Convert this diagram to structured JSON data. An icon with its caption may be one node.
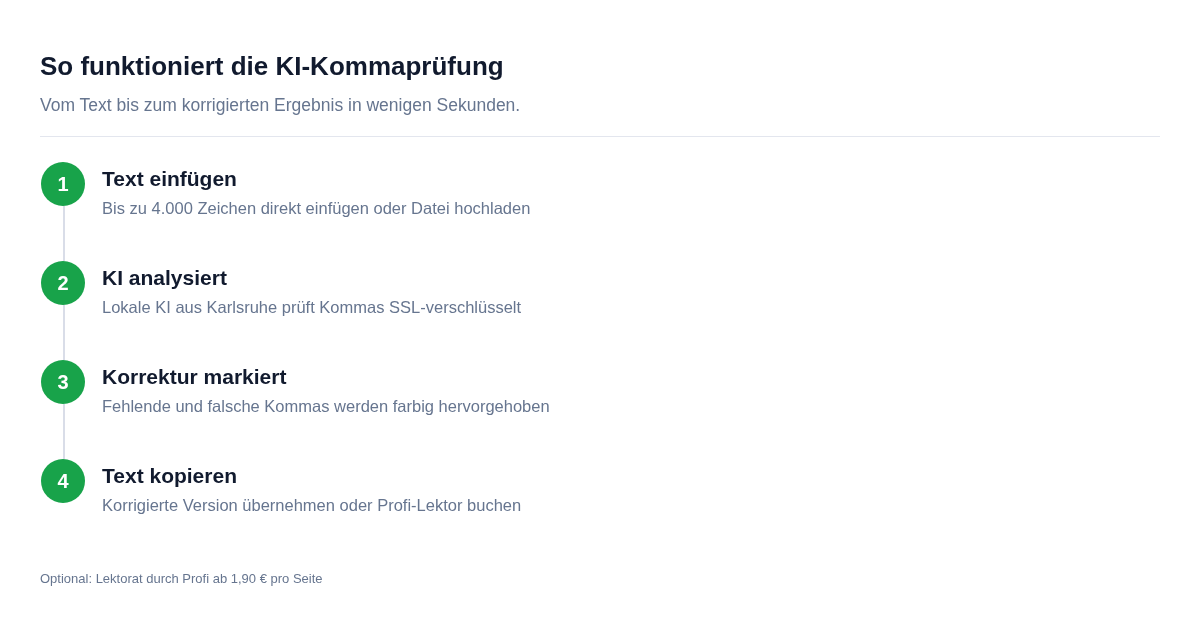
{
  "diagram": {
    "title": "So funktioniert die KI-Kommaprüfung",
    "nodes": [
      {
        "text": [
          "1"
        ],
        "beside": [
          "Text einfügen",
          "Bis zu 4.000 Zeichen direkt einfügen oder Datei hochladen"
        ]
      },
      {
        "text": [
          "2"
        ],
        "beside": [
          "KI analysiert",
          "Lokale KI aus Karlsruhe prüft Kommas SSL-verschlüsselt"
        ]
      },
      {
        "text": [
          "3"
        ],
        "beside": [
          "Korrektur markiert",
          "Fehlende und falsche Kommas werden farbig hervorgehoben"
        ]
      },
      {
        "text": [
          "4"
        ],
        "beside": [
          "Text kopieren",
          "Korrigierte Version übernehmen oder Profi-Lektor buchen"
        ]
      }
    ],
    "edges": [
      {
        "from": 0,
        "to": 1,
        "arrow": "none"
      },
      {
        "from": 1,
        "to": 2,
        "arrow": "none"
      },
      {
        "from": 2,
        "to": 3,
        "arrow": "none"
      }
    ],
    "labels": [
      "Vom Text bis zum korrigierten Ergebnis in wenigen Sekunden.",
      "Optional: Lektorat durch Profi ab 1,90 € pro Seite"
    ]
  }
}
